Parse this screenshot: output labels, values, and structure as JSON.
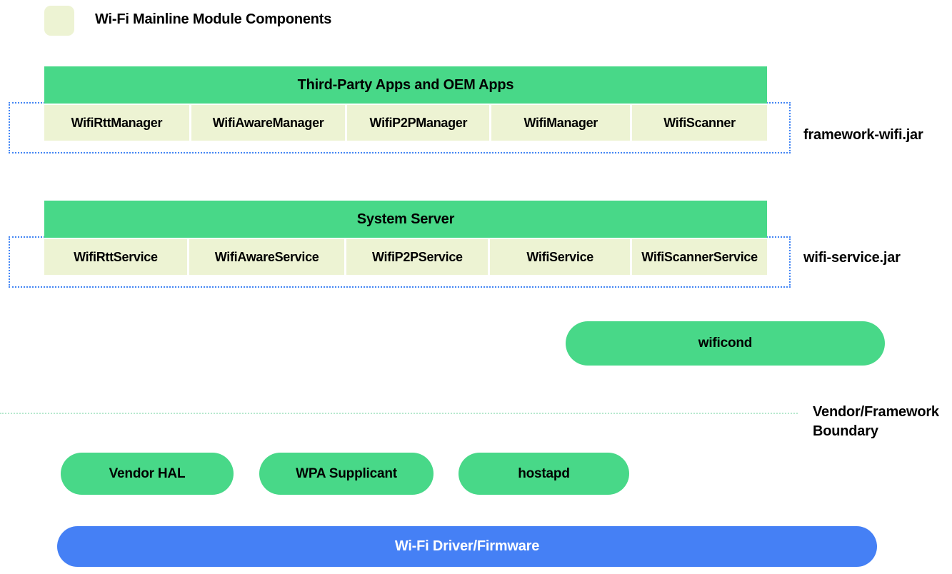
{
  "legend": {
    "swatch_color": "#edf3d3",
    "label": "Wi-Fi Mainline Module Components"
  },
  "colors": {
    "green": "#48d888",
    "cream": "#edf3d3",
    "blue": "#4580f5",
    "dotted_border": "#4285f4",
    "boundary_line": "#b6e8cd",
    "text": "#000000",
    "driver_text": "#ffffff"
  },
  "layers": {
    "framework": {
      "header": "Third-Party Apps and OEM Apps",
      "jar_label": "framework-wifi.jar",
      "cells": [
        "WifiRttManager",
        "WifiAwareManager",
        "WifiP2PManager",
        "WifiManager",
        "WifiScanner"
      ]
    },
    "system_server": {
      "header": "System Server",
      "jar_label": "wifi-service.jar",
      "cells": [
        "WifiRttService",
        "WifiAwareService",
        "WifiP2PService",
        "WifiService",
        "WifiScannerService"
      ]
    },
    "daemon": {
      "wificond": "wificond"
    },
    "boundary": {
      "line1": "Vendor/Framework",
      "line2": "Boundary"
    },
    "vendor": {
      "pills": [
        "Vendor HAL",
        "WPA Supplicant",
        "hostapd"
      ]
    },
    "driver": {
      "label": "Wi-Fi Driver/Firmware"
    }
  }
}
